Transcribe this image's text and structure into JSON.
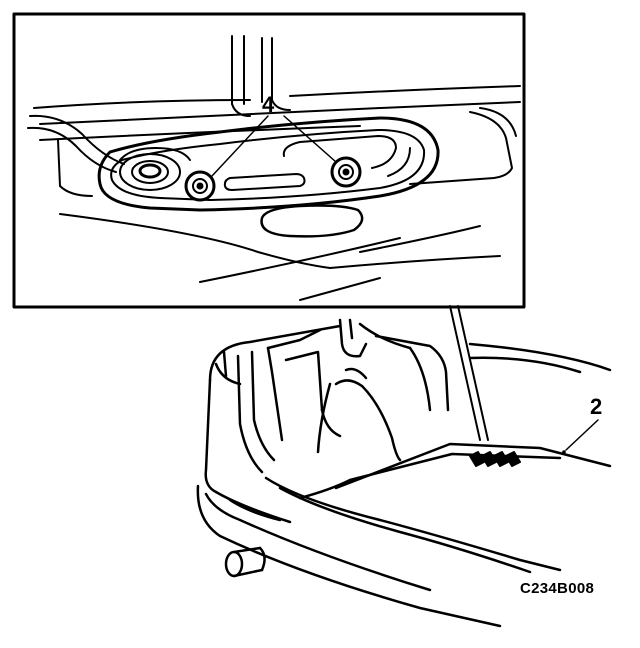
{
  "callouts": {
    "fasteners": "4",
    "trunk_panel": "2"
  },
  "figure_code": "C234B008",
  "colors": {
    "ink": "#000000",
    "paper": "#ffffff"
  }
}
